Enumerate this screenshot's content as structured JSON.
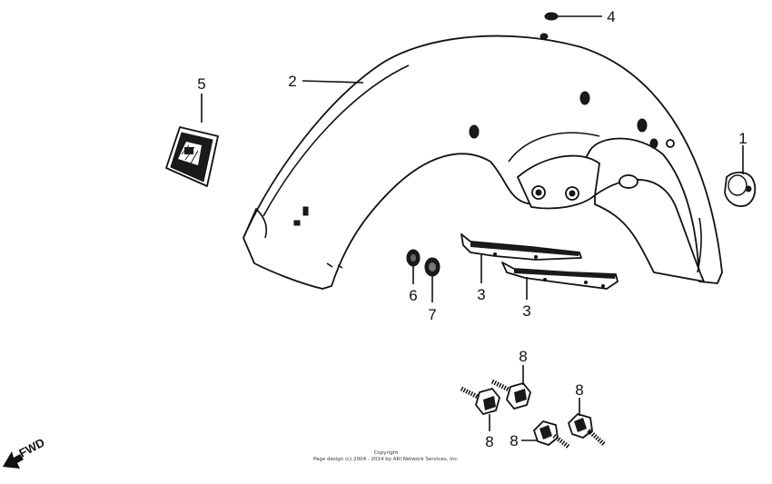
{
  "callouts": [
    "1",
    "2",
    "3",
    "3",
    "4",
    "5",
    "6",
    "7",
    "8",
    "8",
    "8",
    "8"
  ],
  "fwd_label": "FWD",
  "copyright_line1": "Copyright",
  "copyright_line2": "Page design (c) 2004 - 2014 by ARI Network Services, Inc."
}
